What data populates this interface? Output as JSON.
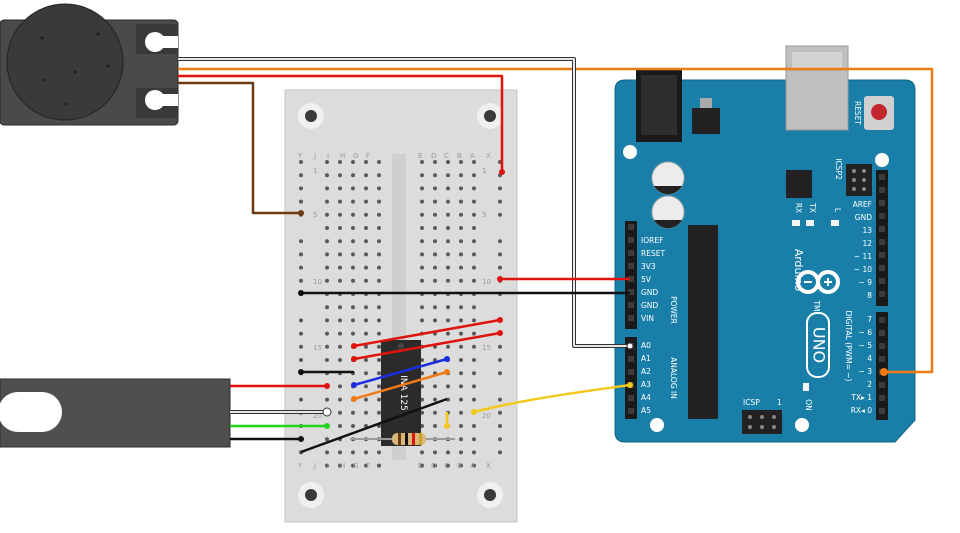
{
  "colors": {
    "board": "#1a7fa8",
    "breadboard": "#dcdcdc",
    "wire_red": "#e0140f",
    "wire_black": "#111111",
    "wire_orange": "#f07a14",
    "wire_blue": "#1a2ee0",
    "wire_yellow": "#f4c81b",
    "wire_brown": "#6b3a13",
    "wire_green": "#21d61b",
    "wire_white": "#ffffff"
  },
  "arduino": {
    "name": "Arduino",
    "model": "UNO",
    "reset_label": "RESET",
    "icsp2_label": "ICSP2",
    "icsp_label": "ICSP",
    "icsp_pin1": "1",
    "led_l": "L",
    "led_tx": "TX",
    "led_rx": "RX",
    "led_on": "ON",
    "power_header": "POWER",
    "analog_header": "ANALOG IN",
    "digital_header": "DIGITAL (PWM= ~)",
    "tm": "TM",
    "power_pins": [
      "IOREF",
      "RESET",
      "3V3",
      "5V",
      "GND",
      "GND",
      "VIN"
    ],
    "analog_pins": [
      "A0",
      "A1",
      "A2",
      "A3",
      "A4",
      "A5"
    ],
    "digital_top": [
      "AREF",
      "GND",
      "13",
      "12",
      "~ 11",
      "~ 10",
      "~ 9",
      "8"
    ],
    "digital_bottom": [
      "7",
      "~ 6",
      "~ 5",
      "4",
      "~ 3",
      "2",
      "TX▸ 1",
      "RX◂ 0"
    ]
  },
  "breadboard": {
    "chip_label": "INA 125",
    "col_letters_left": [
      "Y",
      "J",
      "I",
      "H",
      "G",
      "F"
    ],
    "col_letters_right": [
      "E",
      "D",
      "C",
      "B",
      "A",
      "X"
    ],
    "row_numbers": [
      "1",
      "5",
      "10",
      "15",
      "20"
    ]
  }
}
